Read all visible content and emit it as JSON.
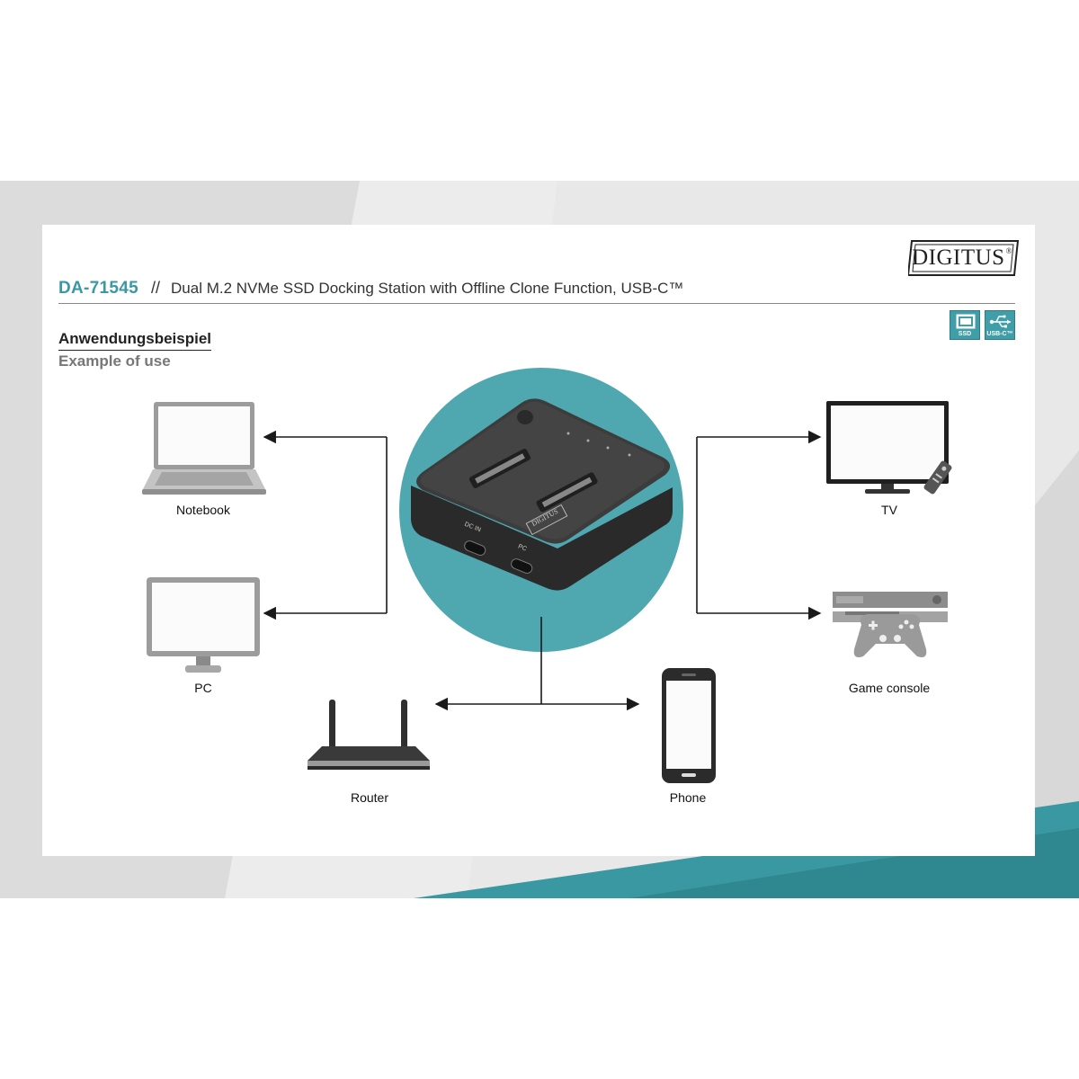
{
  "brand": {
    "logo_text": "DIGITUS",
    "registered_mark": "®"
  },
  "header": {
    "product_code": "DA-71545",
    "separator": "//",
    "product_title": "Dual M.2 NVMe SSD Docking Station with Offline Clone Function, USB-C™"
  },
  "features": [
    {
      "label": "SSD",
      "icon": "ssd-icon"
    },
    {
      "label": "USB-C™",
      "icon": "usb-icon"
    }
  ],
  "section": {
    "heading_de": "Anwendungsbeispiel",
    "heading_en": "Example of use"
  },
  "device_labels": {
    "dc_in": "DC IN",
    "pc_port": "PC",
    "logo": "DIGITUS"
  },
  "devices": {
    "notebook": "Notebook",
    "pc": "PC",
    "router": "Router",
    "phone": "Phone",
    "tv": "TV",
    "game_console": "Game console"
  },
  "colors": {
    "accent": "#3a98a3",
    "circle": "#4fa8b0",
    "arrow": "#1a1a1a",
    "device_gray": "#9a9a9a"
  }
}
